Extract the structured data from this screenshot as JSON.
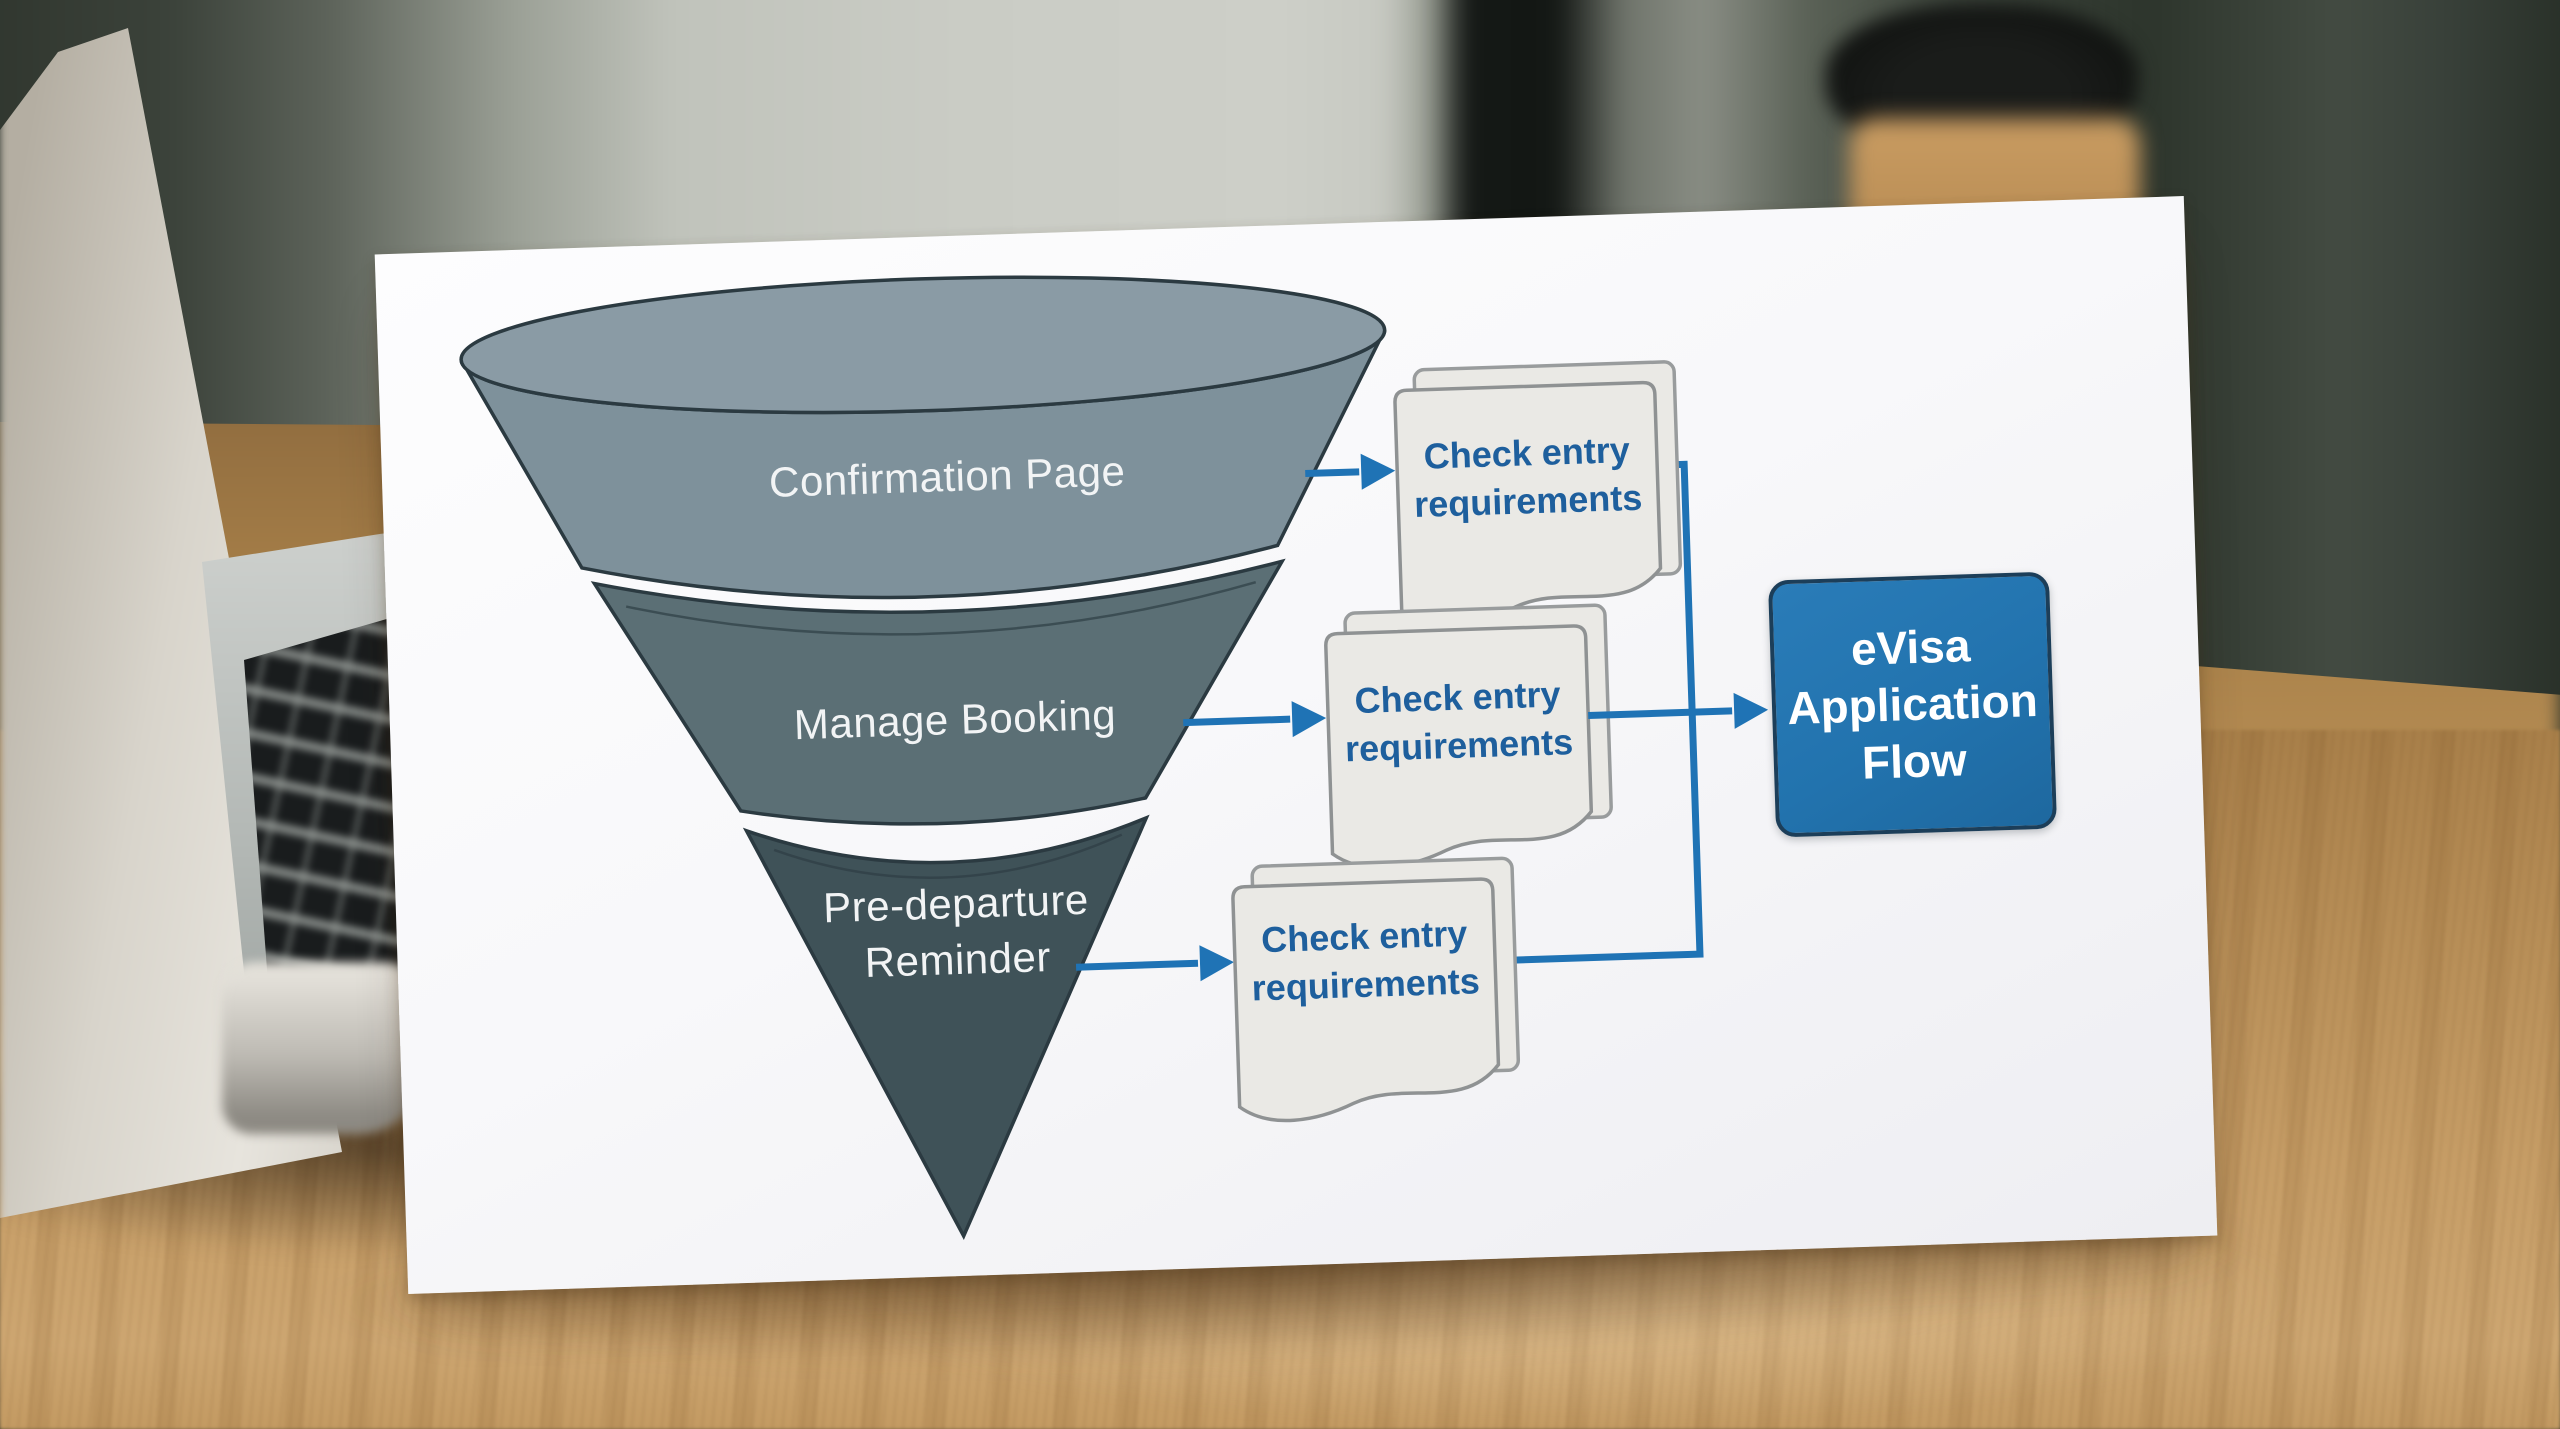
{
  "diagram": {
    "funnel_tiers": [
      {
        "label": "Confirmation Page",
        "fill": "#7e919b"
      },
      {
        "label": "Manage Booking",
        "fill": "#5b6f75"
      },
      {
        "label": "Pre-departure Reminder",
        "line1": "Pre-departure",
        "line2": "Reminder",
        "fill": "#3f5258"
      }
    ],
    "documents": [
      {
        "line1": "Check entry",
        "line2": "requirements"
      },
      {
        "line1": "Check entry",
        "line2": "requirements"
      },
      {
        "line1": "Check entry",
        "line2": "requirements"
      }
    ],
    "end_node": {
      "label": "eVisa Application Flow",
      "line1": "eVisa",
      "line2": "Application",
      "line3": "Flow"
    },
    "colors": {
      "funnel_outline": "#2b3a41",
      "funnel_text": "#f2f4f5",
      "connector": "#1f73b5",
      "document_fill": "#eae9e5",
      "document_stroke": "#8f9293",
      "document_text": "#1e5f9d",
      "node_fill": "#2273ae",
      "node_border": "#1c3e59",
      "node_text": "#ffffff",
      "card": "#fafafc"
    }
  }
}
